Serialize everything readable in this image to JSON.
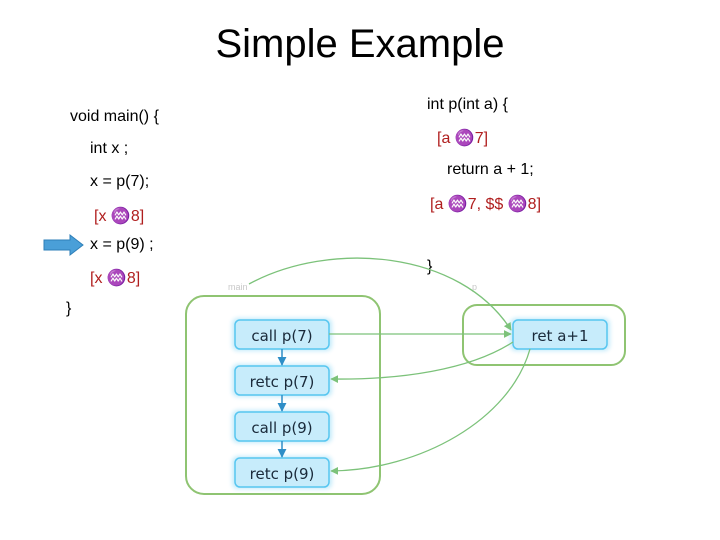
{
  "title": "Simple Example",
  "main_code": {
    "line1": "void main() {",
    "line2": "int x ;",
    "line3": "x = p(7);",
    "line4": "[x ",
    "line4_end": "8]",
    "line5": "x = p(9) ;",
    "line6": "[x ",
    "line6_end": "8]",
    "line7": "}"
  },
  "p_code": {
    "line1": "int p(int a) {",
    "line2": "[a ",
    "line2_end": "7]",
    "line3": "return a + 1;",
    "line4a": "[a ",
    "line4b": "7, $$ ",
    "line4c": "8]",
    "line5": "}"
  },
  "mapsto_symbol": "♒",
  "ghost_labels": {
    "main": "main",
    "p": "p"
  },
  "graph": {
    "main_nodes": [
      "call p(7)",
      "retc p(7)",
      "call p(9)",
      "retc p(9)"
    ],
    "p_nodes": [
      "ret a+1"
    ]
  },
  "colors": {
    "node_fill": "#c7ecfb",
    "node_border": "#57c6f0",
    "procedure_border": "#8fc472",
    "flow_arrow": "#2e8ec7",
    "interproc_arrow": "#7cc27a",
    "pointer_arrow": "#4a9fd8"
  }
}
